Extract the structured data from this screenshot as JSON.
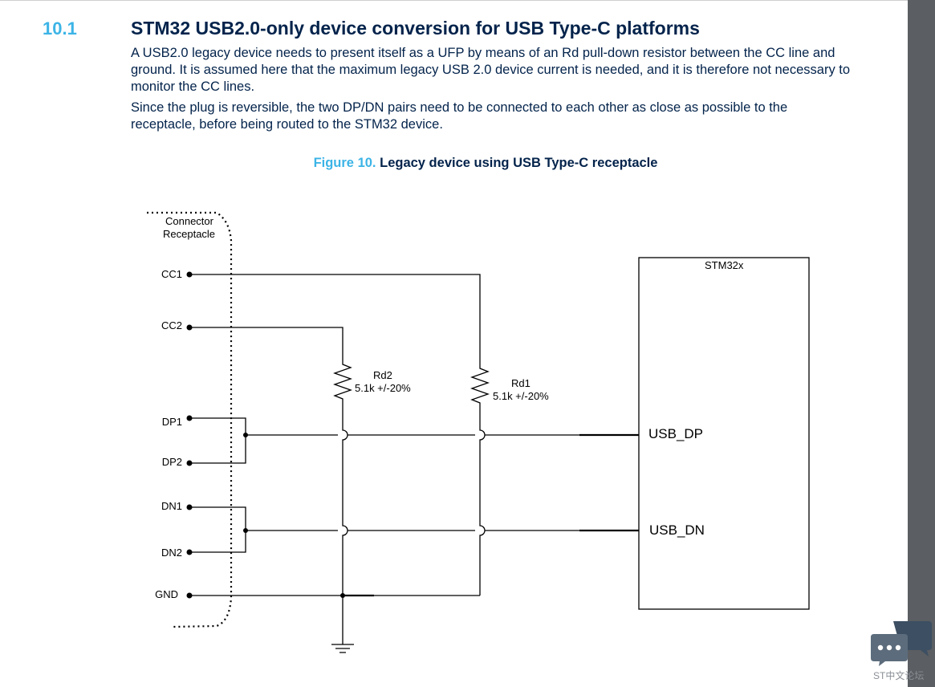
{
  "section": {
    "number": "10.1",
    "title": "STM32 USB2.0-only device conversion for USB Type-C platforms"
  },
  "paragraphs": [
    "A USB2.0 legacy device needs to present itself as a UFP by means of an Rd pull-down resistor between the CC line and ground. It is assumed here that the maximum legacy USB 2.0 device current is needed, and it is therefore not necessary to monitor the CC lines.",
    "Since the plug is reversible, the two DP/DN pairs need to be connected to each other as close as possible to the receptacle, before being routed to the STM32 device."
  ],
  "figure": {
    "number": "Figure 10.",
    "title": "Legacy device using USB Type-C receptacle"
  },
  "diagram": {
    "connector_label_1": "Connector",
    "connector_label_2": "Receptacle",
    "pins": {
      "cc1": "CC1",
      "cc2": "CC2",
      "dp1": "DP1",
      "dp2": "DP2",
      "dn1": "DN1",
      "dn2": "DN2",
      "gnd": "GND"
    },
    "rd2_name": "Rd2",
    "rd2_value": "5.1k +/-20%",
    "rd1_name": "Rd1",
    "rd1_value": "5.1k +/-20%",
    "mcu_name": "STM32x",
    "usb_dp": "USB_DP",
    "usb_dn": "USB_DN"
  },
  "watermark": "ST中文论坛",
  "icons": {
    "chat": "chat-bubble-icon"
  },
  "colors": {
    "title_navy": "#03234b",
    "accent_blue": "#3cb4e6",
    "scrollbar": "#5b5e62"
  }
}
